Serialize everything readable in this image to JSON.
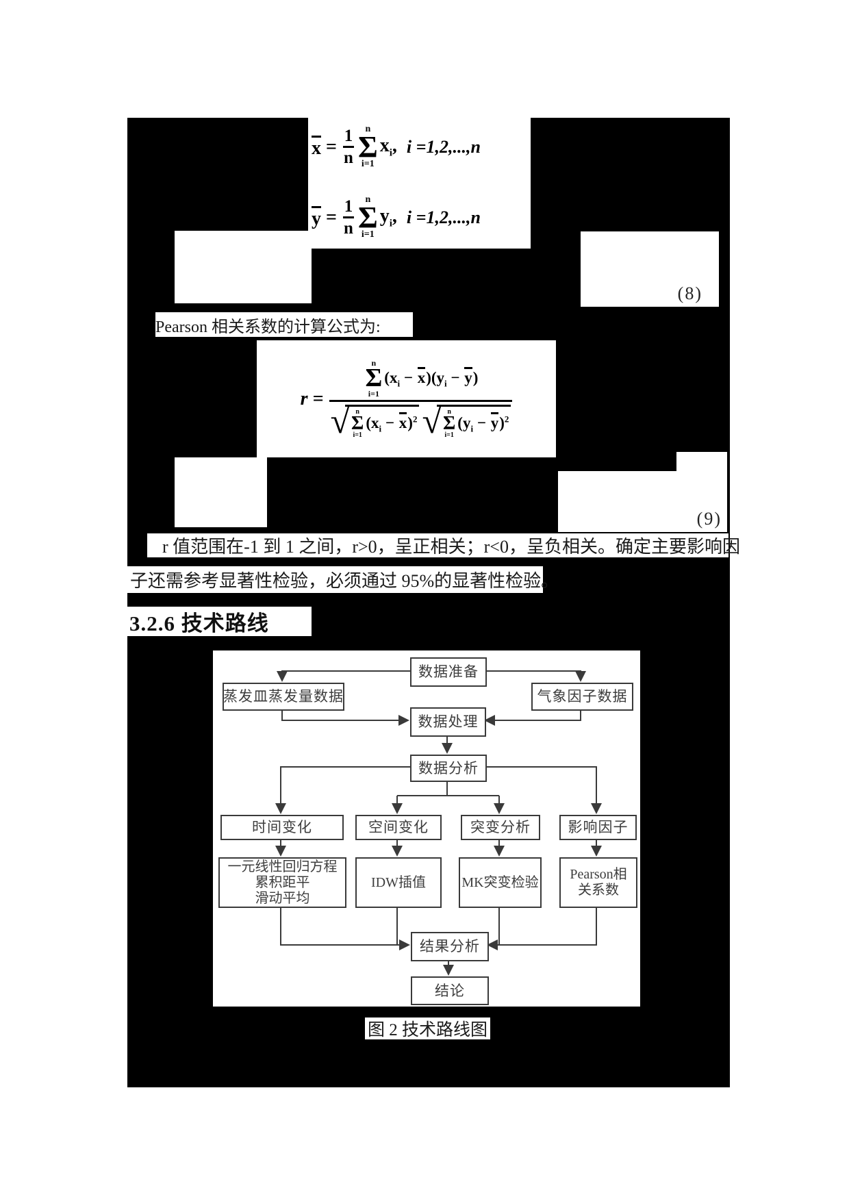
{
  "page": {
    "eq8": {
      "label": "(8)",
      "rows": [
        {
          "lhs": "x",
          "eq": "=",
          "frac_num": "1",
          "frac_den": "n",
          "sum_top": "n",
          "sum_sym": "Σ",
          "sum_bot": "i=1",
          "term": "x",
          "term_sub": "i",
          "sep": ",",
          "tail": "i =1,2,...,n"
        },
        {
          "lhs": "y",
          "eq": "=",
          "frac_num": "1",
          "frac_den": "n",
          "sum_top": "n",
          "sum_sym": "Σ",
          "sum_bot": "i=1",
          "term": "y",
          "term_sub": "i",
          "sep": ",",
          "tail": "i =1,2,...,n"
        }
      ]
    },
    "pearson_intro": "Pearson 相关系数的计算公式为:",
    "eq9": {
      "label": "(9)",
      "lhs": "r",
      "eq": "=",
      "num": {
        "sum_top": "n",
        "sum_sym": "Σ",
        "sum_bot": "i=1",
        "t1": "(x",
        "s1": "i",
        "t2": " − ",
        "o1": "x",
        "t3": ")(y",
        "s2": "i",
        "t4": " − ",
        "o2": "y",
        "t5": ")"
      },
      "den_x": {
        "root": "√",
        "sum_top": "n",
        "sum_sym": "Σ",
        "sum_bot": "i=1",
        "t1": "(x",
        "s1": "i",
        "t2": " − ",
        "o1": "x",
        "t3": ")",
        "p": "2"
      },
      "den_y": {
        "root": "√",
        "sum_top": "n",
        "sum_sym": "Σ",
        "sum_bot": "i=1",
        "t1": "(y",
        "s1": "i",
        "t2": " − ",
        "o1": "y",
        "t3": ")",
        "p": "2"
      }
    },
    "paragraph": {
      "line1": "r 值范围在-1 到 1 之间，r>0，呈正相关；r<0，呈负相关。确定主要影响因",
      "line2": "子还需参考显著性检验，必须通过 95%的显著性检验。"
    },
    "heading": "3.2.6 技术路线",
    "flowchart": {
      "caption": "图 2 技术路线图",
      "nodes": {
        "prepare": "数据准备",
        "pan": "蒸发皿蒸发量数据",
        "meteo": "气象因子数据",
        "process": "数据处理",
        "analyze": "数据分析",
        "time": "时间变化",
        "space": "空间变化",
        "mutation": "突变分析",
        "factor": "影响因子",
        "method1_l1": "一元线性回归方程",
        "method1_l2": "累积距平",
        "method1_l3": "滑动平均",
        "method2": "IDW插值",
        "method3": "MK突变检验",
        "method4_l1": "Pearson相",
        "method4_l2": "关系数",
        "result": "结果分析",
        "conclusion": "结论"
      }
    },
    "colors": {
      "page_bg": "#ffffff",
      "block_bg": "#000000",
      "body_text": "#1a1a1a",
      "flow_stroke": "#3a3a3a"
    }
  }
}
